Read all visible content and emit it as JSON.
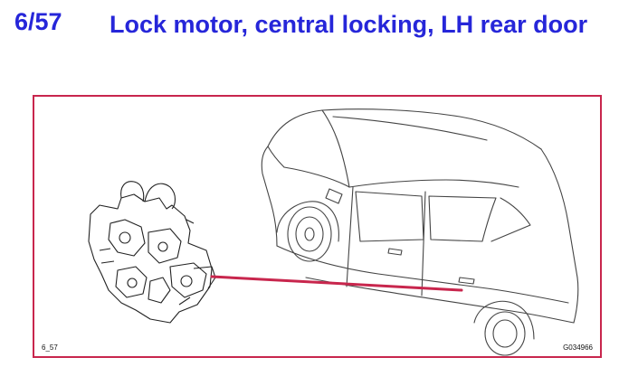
{
  "header": {
    "code": "6/57",
    "title": "Lock motor, central locking, LH rear door"
  },
  "figure": {
    "label": "6_57",
    "code": "G034966"
  },
  "colors": {
    "title": "#2626d9",
    "frame": "#c8264d",
    "leader_line": "#c8264d"
  }
}
